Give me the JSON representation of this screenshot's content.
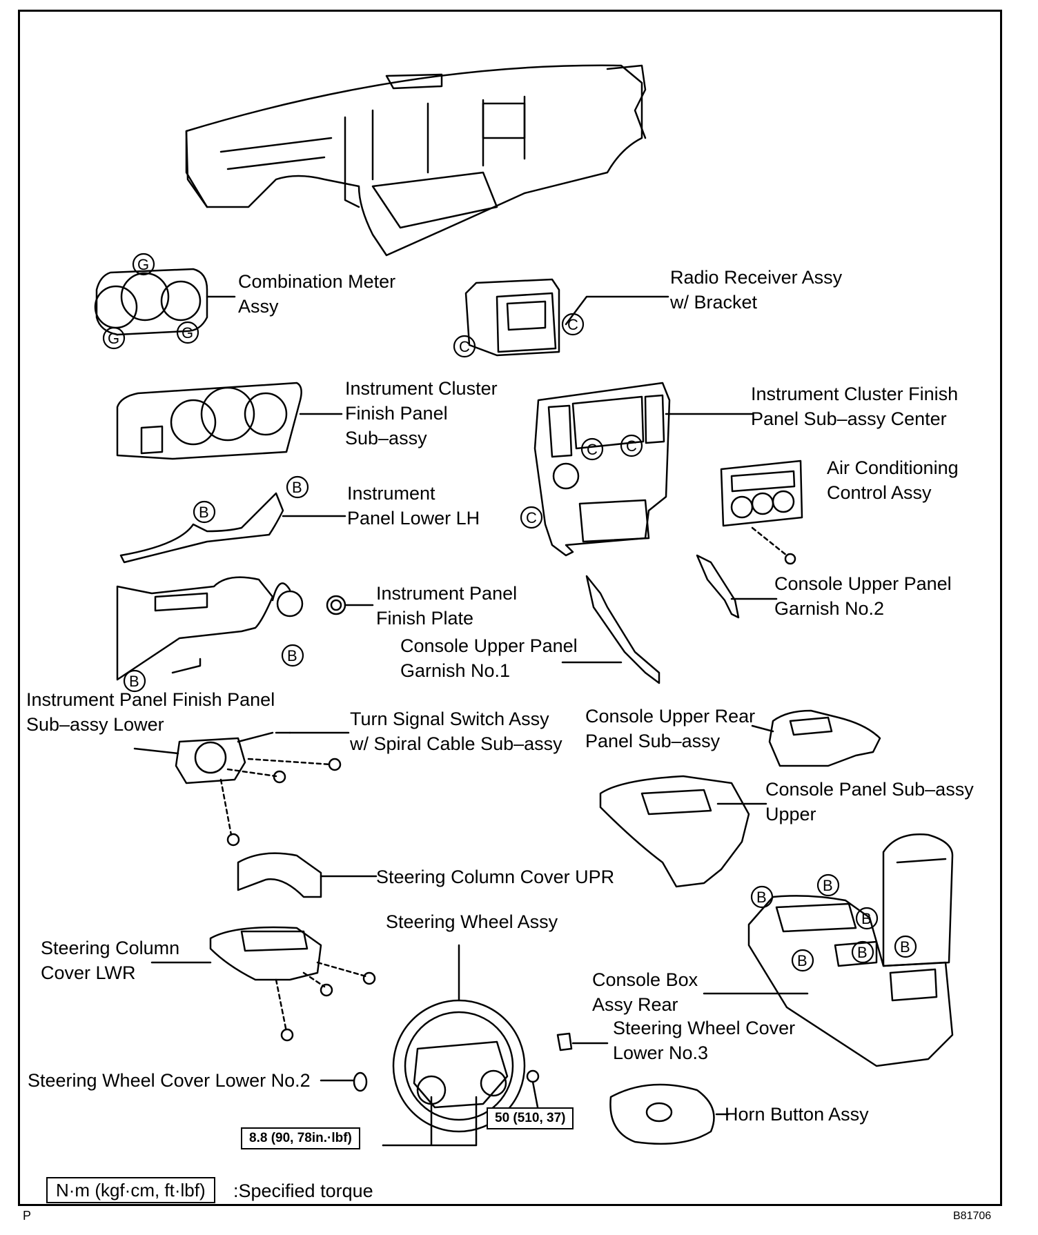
{
  "labels": {
    "combination_meter": "Combination Meter\nAssy",
    "radio_receiver": "Radio Receiver Assy\nw/ Bracket",
    "cluster_finish_panel": "Instrument Cluster\nFinish Panel\nSub–assy",
    "cluster_finish_center": "Instrument Cluster Finish\nPanel Sub–assy Center",
    "ac_control": "Air Conditioning\nControl Assy",
    "panel_lower_lh": "Instrument\nPanel Lower LH",
    "finish_plate": "Instrument Panel\nFinish Plate",
    "console_garnish_2": "Console Upper Panel\nGarnish No.2",
    "console_garnish_1": "Console Upper Panel\nGarnish No.1",
    "finish_panel_lower": "Instrument Panel Finish Panel\nSub–assy Lower",
    "turn_signal": "Turn Signal Switch Assy\nw/ Spiral Cable Sub–assy",
    "console_rear_panel": "Console Upper Rear\nPanel Sub–assy",
    "console_panel_upper": "Console Panel Sub–assy\nUpper",
    "column_cover_upr": "Steering Column Cover UPR",
    "steering_wheel": "Steering Wheel Assy",
    "column_cover_lwr": "Steering Column\nCover LWR",
    "console_box_rear": "Console Box\nAssy Rear",
    "wheel_cover_3": "Steering Wheel Cover\nLower No.3",
    "wheel_cover_2": "Steering Wheel Cover Lower No.2",
    "horn_button": "Horn Button Assy"
  },
  "torques": {
    "t1": "8.8 (90, 78in.·lbf)",
    "t2": "50 (510, 37)"
  },
  "legend": {
    "box": "N·m (kgf·cm, ft·lbf)",
    "text": ":Specified torque"
  },
  "corner": {
    "left": "P",
    "right": "B81706"
  },
  "clip_letters": {
    "g": "G",
    "c": "C",
    "b": "B"
  }
}
